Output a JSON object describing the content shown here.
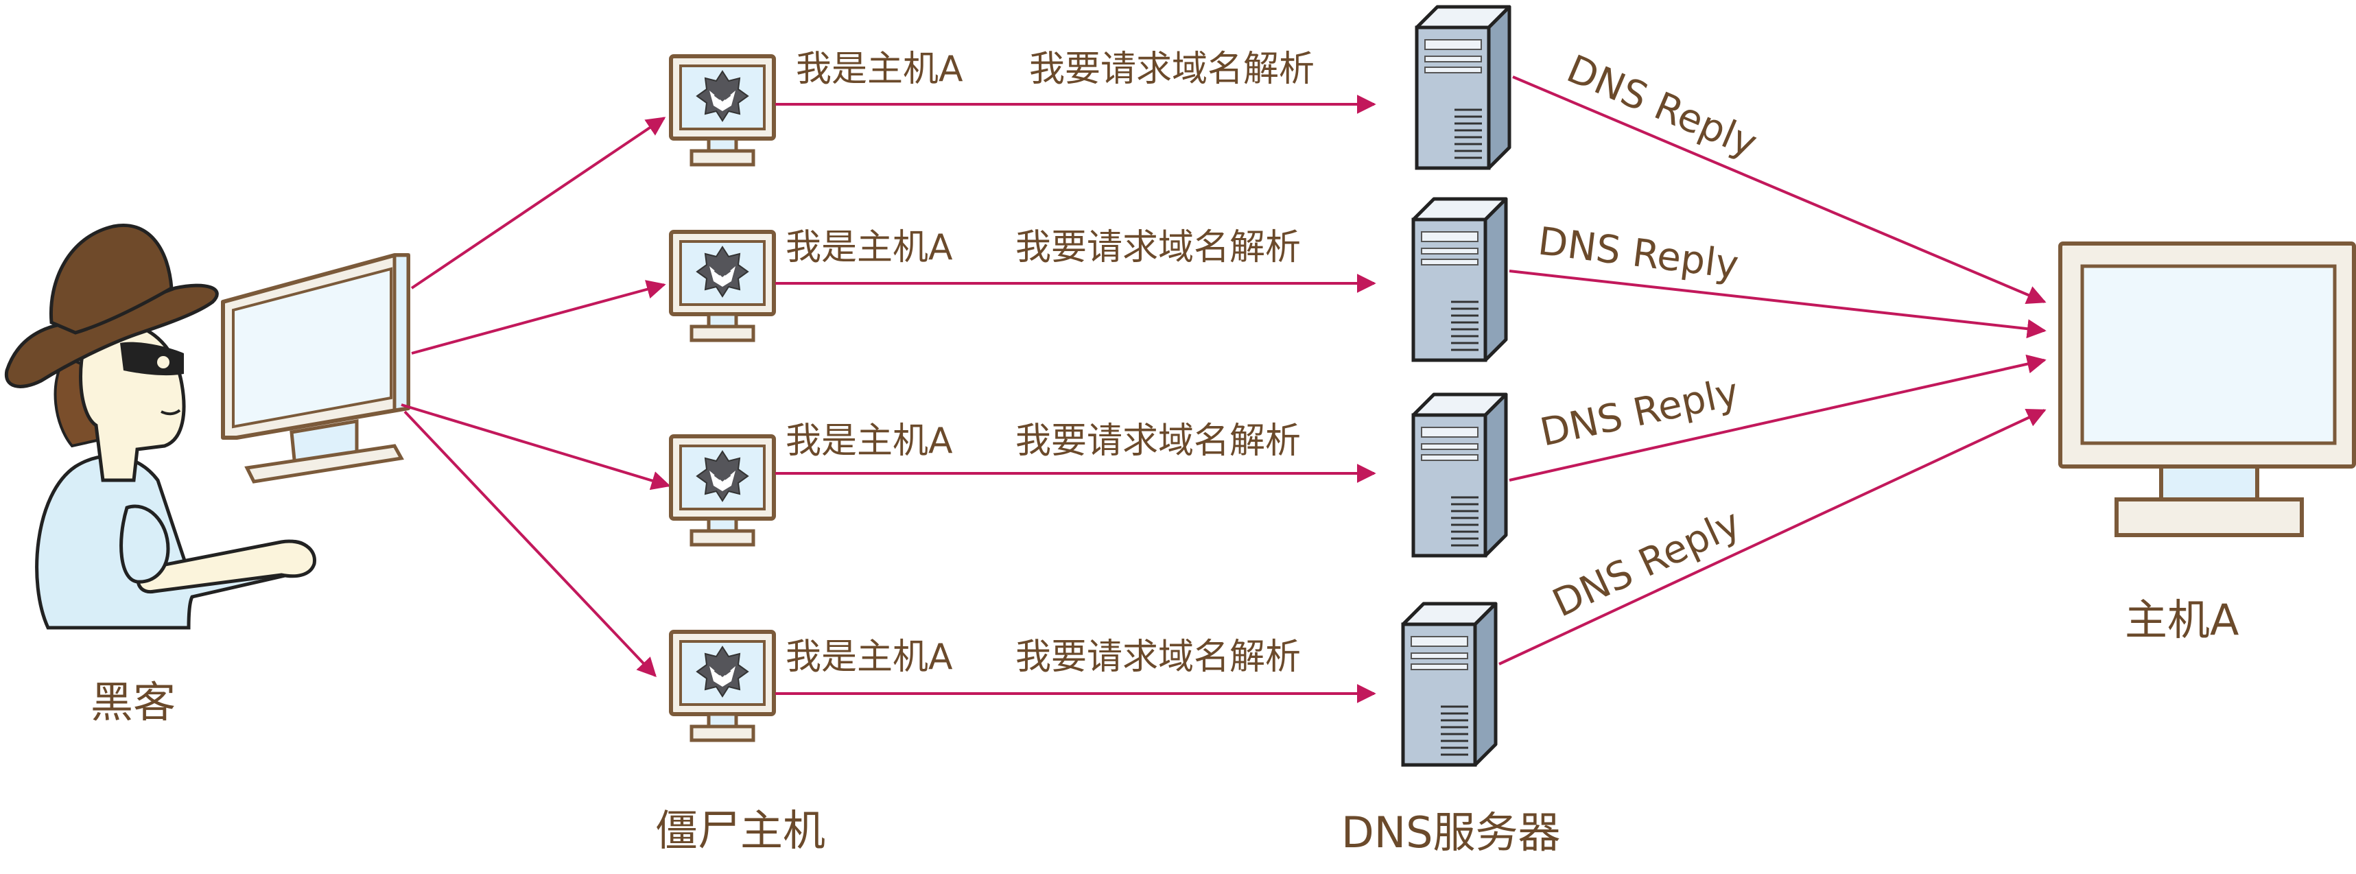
{
  "labels": {
    "hacker": "黑客",
    "zombies": "僵尸主机",
    "dns_servers": "DNS服务器",
    "host_a": "主机A"
  },
  "request": {
    "claim": "我是主机A",
    "ask": "我要请求域名解析"
  },
  "reply": "DNS Reply",
  "colors": {
    "arrow": "#c2185b",
    "text": "#6b4a2b",
    "hat": "#6f4a2a",
    "screen": "#dff1fb",
    "monitor_frame": "#7b5a3a",
    "server_body": "#b9c8d8"
  },
  "icons": {
    "zombie_badge": "bat-badge-icon",
    "server": "server-icon",
    "monitor": "monitor-icon"
  }
}
